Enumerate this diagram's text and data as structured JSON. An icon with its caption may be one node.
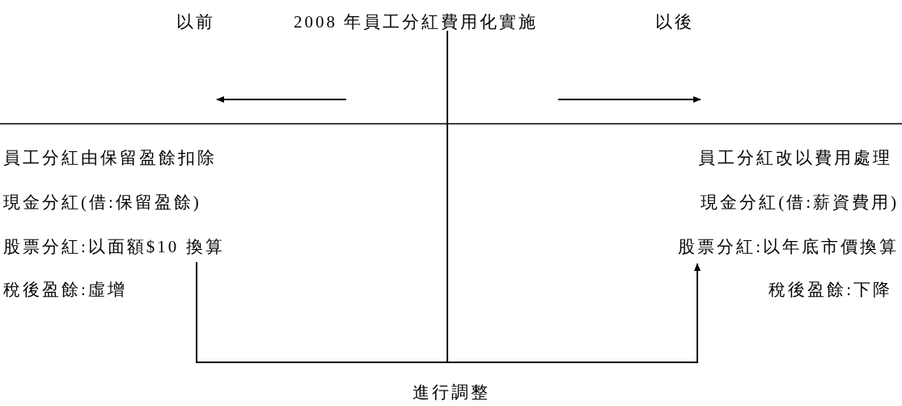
{
  "diagram": {
    "title": "2008 年員工分紅費用化實施",
    "nodes": [
      {
        "text": [
          "股票分紅:以面額$10 換算"
        ]
      },
      {
        "text": [
          "股票分紅:以年底市價換算"
        ]
      }
    ],
    "edges": [
      {
        "from": 0,
        "to": 1,
        "arrow": "to",
        "label": "進行調整"
      }
    ],
    "labels": [
      "以前",
      "以後",
      "員工分紅由保留盈餘扣除",
      "員工分紅改以費用處理",
      "現金分紅(借:保留盈餘)",
      "現金分紅(借:薪資費用)",
      "稅後盈餘:虛增",
      "稅後盈餘:下降"
    ]
  }
}
